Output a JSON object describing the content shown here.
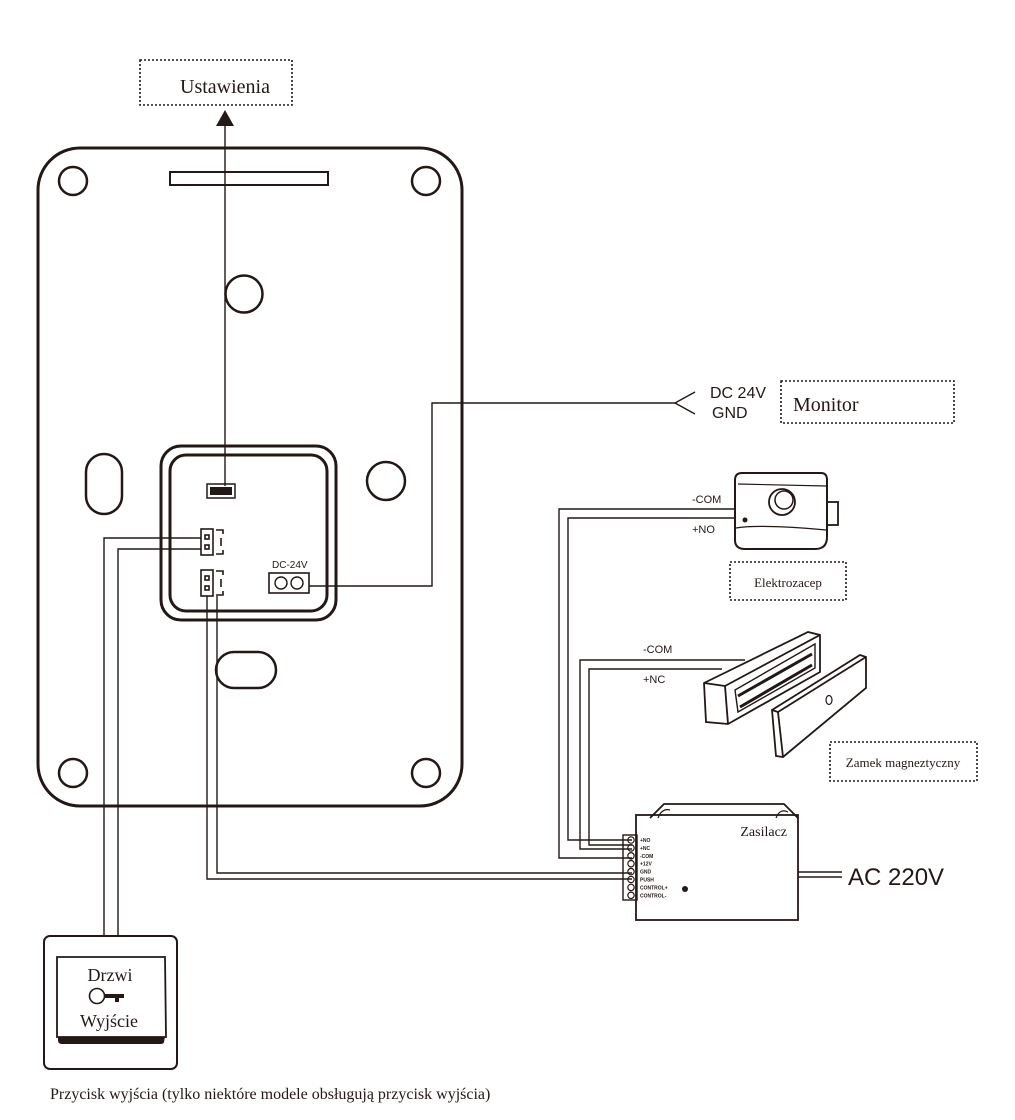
{
  "labels": {
    "settings": "Ustawienia",
    "monitor": "Monitor",
    "monitor_dc": "DC 24V",
    "monitor_gnd": "GND",
    "dc24v_port": "DC-24V",
    "electric_strike": "Elektrozacep",
    "strike_com": "-COM",
    "strike_no": "+NO",
    "magnetic_lock": "Zamek magneztyczny",
    "maglock_com": "-COM",
    "maglock_nc": "+NC",
    "power_supply": "Zasilacz",
    "ac_input": "AC 220V",
    "exit_button_top": "Drzwi",
    "exit_button_bottom": "Wyjście",
    "exit_button_caption": "Przycisk wyjścia (tylko niektóre modele obsługują przycisk wyjścia)"
  },
  "power_supply_terminals": [
    "+NO",
    "+NC",
    "-COM",
    "+12V",
    "GND",
    "PUSH",
    "CONTROL+",
    "CONTROL-"
  ]
}
